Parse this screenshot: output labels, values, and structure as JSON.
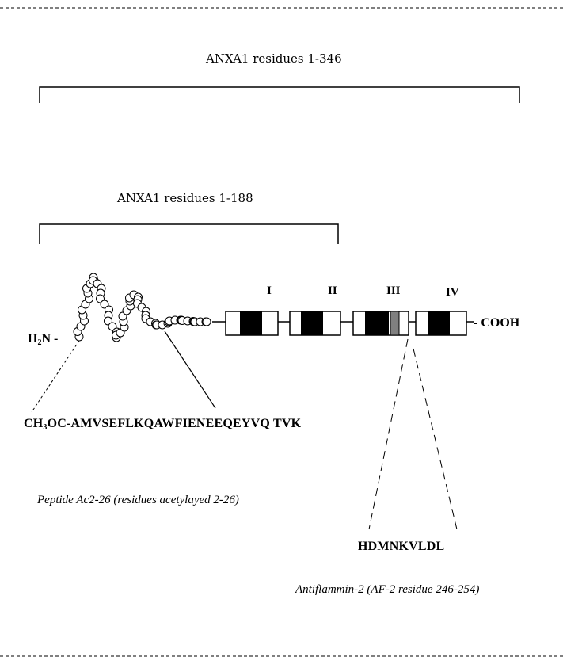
{
  "diagram": {
    "full_protein": {
      "label": "ANXA1 residues 1-346"
    },
    "n_terminal_fragment": {
      "label": "ANXA1 residues 1-188"
    },
    "n_terminus": {
      "prefix": "H",
      "sub": "2",
      "suffix": "N -"
    },
    "c_terminus": {
      "label": "- COOH"
    },
    "domains": [
      {
        "label": "I"
      },
      {
        "label": "II"
      },
      {
        "label": "III"
      },
      {
        "label": "IV"
      }
    ],
    "peptide_ac2_26": {
      "sequence_prefix": "CH",
      "sequence_sub": "3",
      "sequence_rest": "OC-AMVSEFLKQAWFIENEEQEYVQ TVK",
      "caption": "Peptide Ac2-26 (residues acetylayed 2-26)"
    },
    "antiflammin_2": {
      "sequence": "HDMNKVLDL",
      "caption": "Antiflammin-2 (AF-2 residue 246-254)"
    },
    "colors": {
      "ink": "#000000",
      "highlight_band": "#808080",
      "background": "#ffffff"
    }
  }
}
